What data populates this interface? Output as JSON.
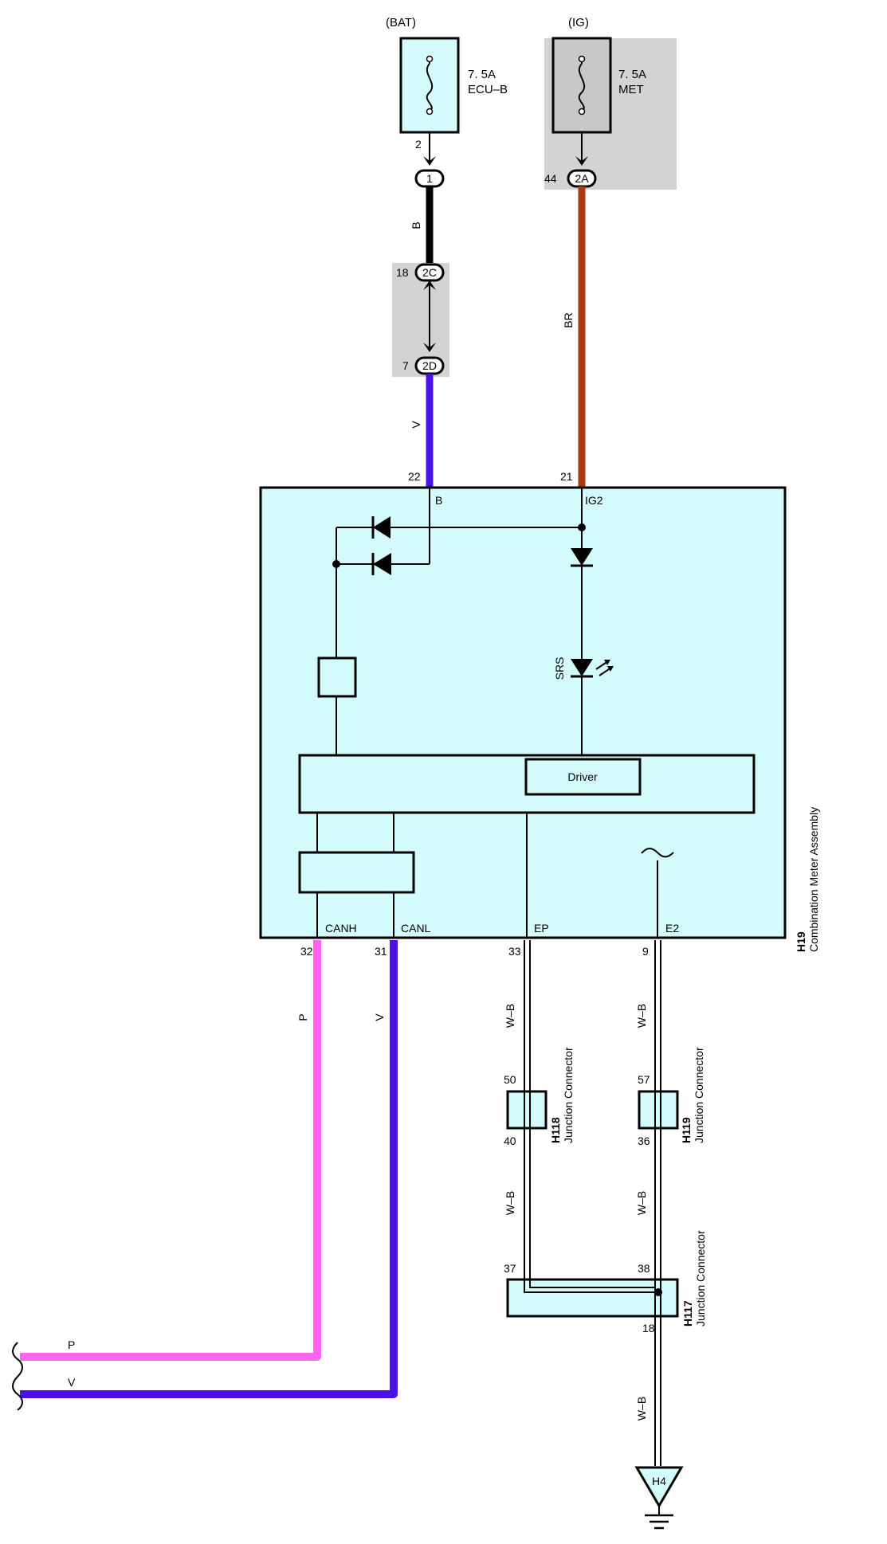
{
  "fuses": {
    "bat": {
      "source": "(BAT)",
      "rating": "7. 5A",
      "name": "ECU–B"
    },
    "ig": {
      "source": "(IG)",
      "rating": "7. 5A",
      "name": "MET"
    }
  },
  "connectors": {
    "c1": {
      "label": "1",
      "pin": "2"
    },
    "c2a": {
      "label": "2A",
      "pin": "44"
    },
    "c2c": {
      "label": "2C",
      "pin": "18"
    },
    "c2d": {
      "label": "2D",
      "pin": "7"
    }
  },
  "wires": {
    "b": "B",
    "v": "V",
    "br": "BR",
    "p": "P",
    "v2": "V",
    "wb1": "W–B",
    "wb2": "W–B",
    "wb3": "W–B",
    "wb4": "W–B",
    "wb5": "W–B",
    "p_left": "P",
    "v_left": "V",
    "colors": {
      "B": "#000000",
      "V": "#4a10e8",
      "BR": "#a83c10",
      "P": "#ff66f0",
      "WB": "#000000"
    }
  },
  "meter": {
    "code": "H19",
    "name": "Combination Meter Assembly",
    "pins": {
      "b": {
        "num": "22",
        "label": "B"
      },
      "ig2": {
        "num": "21",
        "label": "IG2"
      },
      "canh": {
        "num": "32",
        "label": "CANH"
      },
      "canl": {
        "num": "31",
        "label": "CANL"
      },
      "ep": {
        "num": "33",
        "label": "EP"
      },
      "e2": {
        "num": "9",
        "label": "E2"
      }
    },
    "srs_label": "SRS",
    "driver_label": "Driver",
    "fill_color": "#d4fbfb"
  },
  "junctions": {
    "h118": {
      "code": "H118",
      "name": "Junction Connector",
      "pin_in": "50",
      "pin_out": "40"
    },
    "h119": {
      "code": "H119",
      "name": "Junction Connector",
      "pin_in": "57",
      "pin_out": "36"
    },
    "h117": {
      "code": "H117",
      "name": "Junction Connector",
      "pin_a": "37",
      "pin_b": "38",
      "pin_out": "18"
    }
  },
  "ground": {
    "code": "H4"
  }
}
